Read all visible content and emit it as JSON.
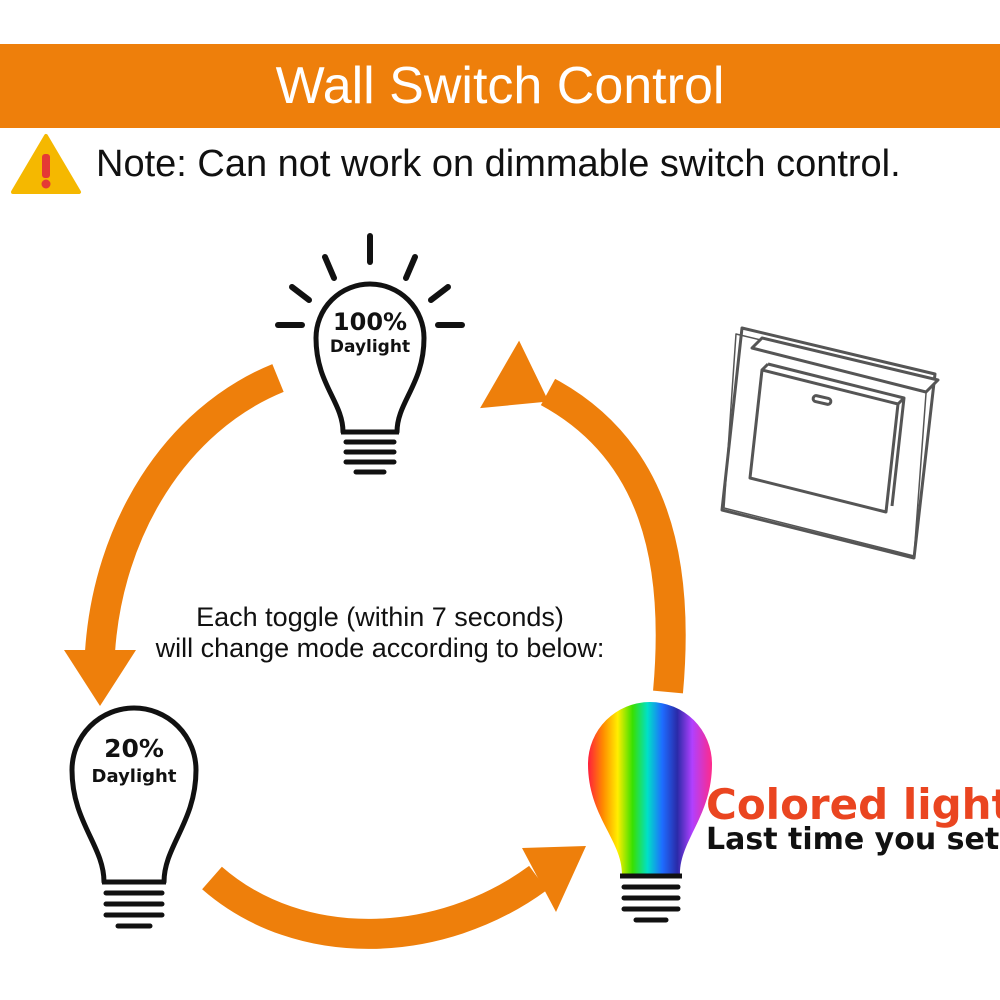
{
  "header": {
    "title": "Wall Switch Control"
  },
  "note": {
    "text": "Note: Can not work on dimmable switch control.",
    "icon": "warning-icon"
  },
  "bulbs": {
    "top": {
      "percent": "100%",
      "label": "Daylight"
    },
    "left": {
      "percent": "20%",
      "label": "Daylight"
    },
    "right": {
      "title": "Colored light",
      "subtitle": "Last time you set"
    }
  },
  "cycle_text": {
    "line1": "Each toggle (within 7 seconds)",
    "line2": "will change mode according to below:"
  },
  "colors": {
    "accent": "#EE7F0B",
    "warning": "#F5B800",
    "colored_title": "#EA4520",
    "text": "#111111"
  },
  "icons": [
    "warning-icon",
    "bulb-100-icon",
    "bulb-20-icon",
    "rgb-bulb-icon",
    "wall-switch-icon",
    "cycle-arrow-icon"
  ]
}
